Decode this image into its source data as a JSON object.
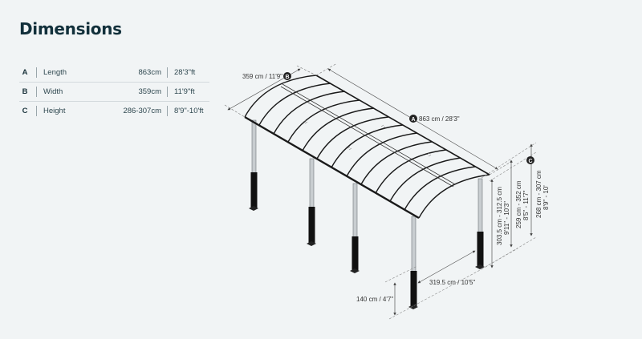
{
  "page": {
    "title": "Dimensions"
  },
  "dimensions_table": {
    "rows": [
      {
        "key": "A",
        "label": "Length",
        "metric": "863cm",
        "imperial": "28'3\"ft"
      },
      {
        "key": "B",
        "label": "Width",
        "metric": "359cm",
        "imperial": "11'9\"ft"
      },
      {
        "key": "C",
        "label": "Height",
        "metric": "286-307cm",
        "imperial": "8'9\"-10'ft"
      }
    ]
  },
  "illustration": {
    "marker_a": "A",
    "marker_b": "B",
    "marker_c": "C",
    "label_length": "863 cm / 28'3\"",
    "label_width": "359 cm / 11'9\"",
    "label_front_height_cm": "303.5 cm - 312.5 cm",
    "label_front_height_ft": "9'11\" - 10'3\"",
    "label_mid_height_cm": "259 cm - 352 cm",
    "label_mid_height_ft": "8'5\" - 11'7\"",
    "label_c_height_cm": "268 cm - 307 cm",
    "label_c_height_ft": "8'9\" - 10'",
    "label_post_spacing": "319.5 cm / 10'5\"",
    "label_sleeve_height": "140 cm / 4'7\"",
    "colors": {
      "background": "#f1f4f5",
      "frame": "#1a1a1a",
      "post": "#c8cdd0",
      "sleeve": "#111111",
      "dimension_line": "#555555"
    }
  }
}
